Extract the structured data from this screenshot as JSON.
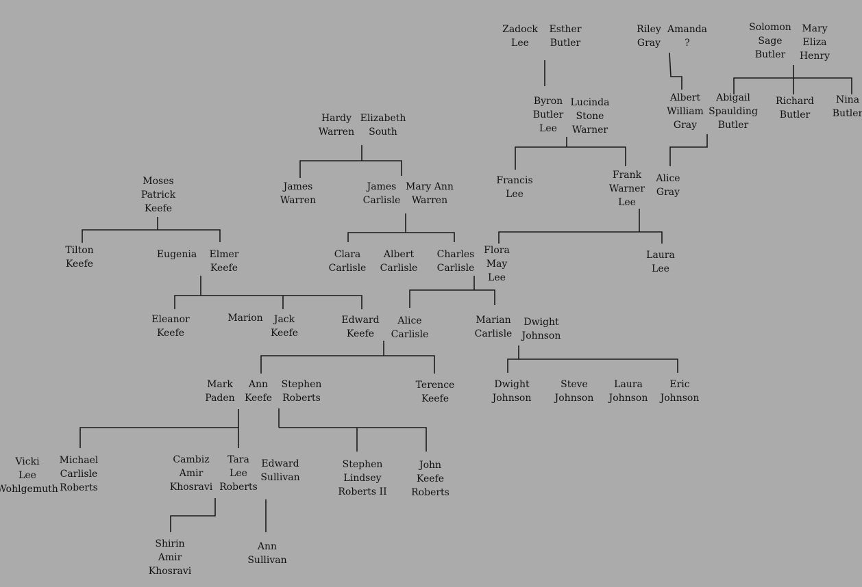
{
  "line_color": "#1a1a1a",
  "people": {
    "zadock_lee": "Zadock\nLee",
    "esther_butler": "Esther\nButler",
    "riley_gray": "Riley\nGray",
    "amanda": "Amanda\n?",
    "solomon_butler": "Solomon\nSage\nButler",
    "mary_eliza_henry": "Mary\nEliza\nHenry",
    "byron_lee": "Byron\nButler\nLee",
    "lucinda_warner": "Lucinda\nStone\nWarner",
    "albert_gray": "Albert\nWilliam\nGray",
    "abigail_butler": "Abigail\nSpaulding\nButler",
    "richard_butler": "Richard\nButler",
    "nina_butler": "Nina\nButler",
    "hardy_warren": "Hardy\nWarren",
    "elizabeth_south": "Elizabeth\nSouth",
    "francis_lee": "Francis\nLee",
    "frank_lee": "Frank\nWarner\nLee",
    "alice_gray": "Alice\nGray",
    "moses_keefe": "Moses\nPatrick\nKeefe",
    "james_warren": "James\nWarren",
    "james_carlisle": "James\nCarlisle",
    "mary_ann_warren": "Mary Ann\nWarren",
    "tilton_keefe": "Tilton\nKeefe",
    "eugenia": "Eugenia",
    "elmer_keefe": "Elmer\nKeefe",
    "clara_carlisle": "Clara\nCarlisle",
    "albert_carlisle": "Albert\nCarlisle",
    "charles_carlisle": "Charles\nCarlisle",
    "flora_lee": "Flora\nMay\nLee",
    "laura_lee": "Laura\nLee",
    "eleanor_keefe": "Eleanor\nKeefe",
    "marion": "Marion",
    "jack_keefe": "Jack\nKeefe",
    "edward_keefe": "Edward\nKeefe",
    "alice_carlisle": "Alice\nCarlisle",
    "marian_carlisle": "Marian\nCarlisle",
    "dwight_johnson_sr": "Dwight\nJohnson",
    "mark_paden": "Mark\nPaden",
    "ann_keefe": "Ann\nKeefe",
    "stephen_roberts": "Stephen\nRoberts",
    "terence_keefe": "Terence\nKeefe",
    "dwight_johnson_jr": "Dwight\nJohnson",
    "steve_johnson": "Steve\nJohnson",
    "laura_johnson": "Laura\nJohnson",
    "eric_johnson": "Eric\nJohnson",
    "vicki_wohlgemuth": "Vicki\nLee\nWohlgemuth",
    "michael_roberts": "Michael\nCarlisle\nRoberts",
    "cambiz_khosravi": "Cambiz\nAmir\nKhosravi",
    "tara_roberts": "Tara\nLee\nRoberts",
    "edward_sullivan": "Edward\nSullivan",
    "stephen_roberts_ii": "Stephen\nLindsey\nRoberts II",
    "john_roberts": "John\nKeefe\nRoberts",
    "shirin_khosravi": "Shirin\nAmir\nKhosravi",
    "ann_sullivan": "Ann\nSullivan"
  }
}
